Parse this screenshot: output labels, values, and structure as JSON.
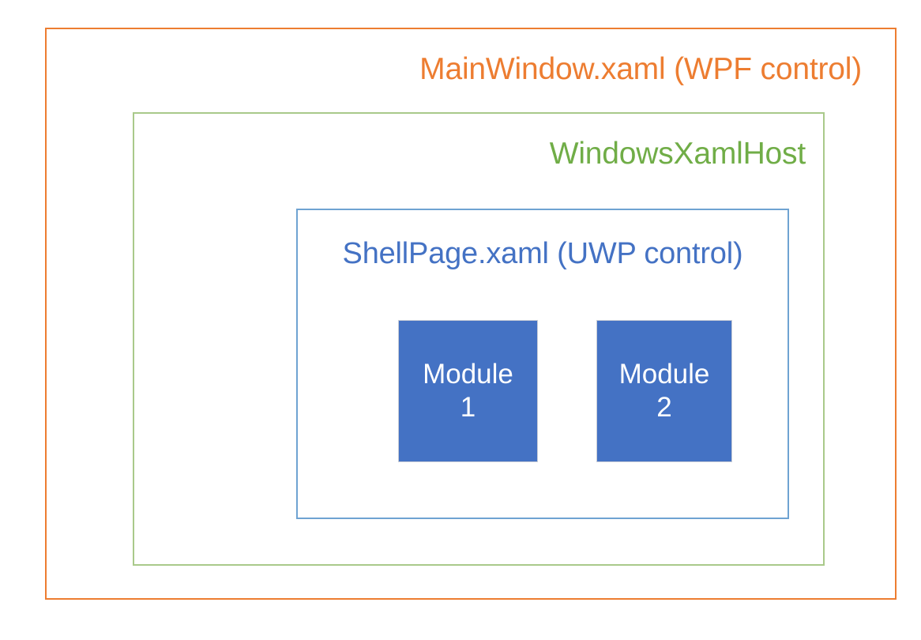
{
  "diagram": {
    "type": "nested-containers",
    "background_color": "#FFFFFF",
    "layers": {
      "outer": {
        "label": "MainWindow.xaml (WPF control)",
        "border_color": "#ED7D31",
        "text_color": "#ED7D31",
        "label_align": "right"
      },
      "middle": {
        "label": "WindowsXamlHost",
        "border_color": "#A9C98A",
        "text_color": "#70AD47",
        "label_align": "right"
      },
      "inner": {
        "label": "ShellPage.xaml (UWP control)",
        "border_color": "#6FA3D2",
        "text_color": "#4472C4",
        "label_align": "center"
      }
    },
    "modules": [
      {
        "name": "Module 1",
        "line_1": "Module",
        "line_2": "1",
        "fill_color": "#4472C4",
        "text_color": "#FFFFFF"
      },
      {
        "name": "Module 2",
        "line_1": "Module",
        "line_2": "2",
        "fill_color": "#4472C4",
        "text_color": "#FFFFFF"
      }
    ]
  }
}
